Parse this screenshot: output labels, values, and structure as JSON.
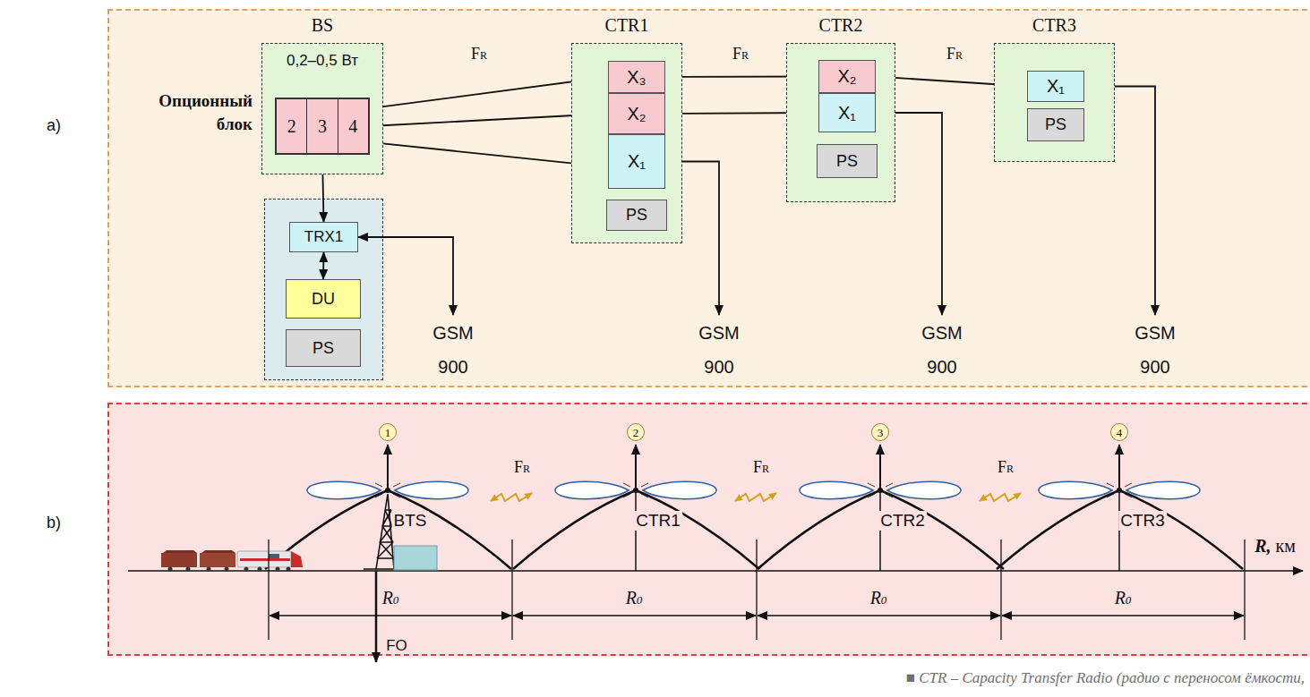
{
  "diagram": {
    "caption": "■ CTR – Capacity Transfer Radio (радио с переносом ёмкости,",
    "nodes": [
      {
        "text": [
          "BS",
          "0,2–0,5 Вт"
        ]
      },
      {
        "text": [
          "2",
          "3",
          "4"
        ],
        "in": 0
      },
      {
        "text": [
          "TRX1"
        ]
      },
      {
        "text": [
          "DU"
        ]
      },
      {
        "text": [
          "PS"
        ]
      },
      {
        "text": [
          "CTR1"
        ]
      },
      {
        "text": [
          "X₃"
        ],
        "in": 5
      },
      {
        "text": [
          "X₂"
        ],
        "in": 5
      },
      {
        "text": [
          "X₁"
        ],
        "in": 5
      },
      {
        "text": [
          "PS"
        ],
        "in": 5
      },
      {
        "text": [
          "CTR2"
        ]
      },
      {
        "text": [
          "X₂"
        ],
        "in": 10
      },
      {
        "text": [
          "X₁"
        ],
        "in": 10
      },
      {
        "text": [
          "PS"
        ],
        "in": 10
      },
      {
        "text": [
          "CTR3"
        ]
      },
      {
        "text": [
          "X₁"
        ],
        "in": 14
      },
      {
        "text": [
          "PS"
        ],
        "in": 14
      },
      {
        "text": [
          "GSM 900"
        ]
      },
      {
        "text": [
          "GSM 900"
        ]
      },
      {
        "text": [
          "GSM 900"
        ]
      },
      {
        "text": [
          "GSM 900"
        ]
      },
      {
        "text": [
          "1"
        ]
      },
      {
        "text": [
          "2"
        ]
      },
      {
        "text": [
          "3"
        ]
      },
      {
        "text": [
          "4"
        ]
      }
    ],
    "edges": [
      {
        "from": 1,
        "to": 6,
        "arrow": "both"
      },
      {
        "from": 1,
        "to": 7,
        "arrow": "both"
      },
      {
        "from": 1,
        "to": 8,
        "arrow": "both"
      },
      {
        "from": 1,
        "to": 2,
        "arrow": "both"
      },
      {
        "from": 2,
        "to": 3,
        "arrow": "both"
      },
      {
        "from": 6,
        "to": 11,
        "arrow": "both"
      },
      {
        "from": 7,
        "to": 12,
        "arrow": "both"
      },
      {
        "from": 11,
        "to": 15,
        "arrow": "both"
      },
      {
        "from": 2,
        "to": 17,
        "arrow": "both"
      },
      {
        "from": 8,
        "to": 18,
        "arrow": "both"
      },
      {
        "from": 12,
        "to": 19,
        "arrow": "both"
      },
      {
        "from": 15,
        "to": 20,
        "arrow": "both"
      }
    ],
    "labels": [
      "Опционный блок",
      "FR",
      "FR",
      "FR",
      "a)",
      "b)",
      "FR",
      "FR",
      "FR",
      "BTS",
      "CTR1",
      "CTR2",
      "CTR3",
      "R, км",
      "R0",
      "R0",
      "R0",
      "R0",
      "FO"
    ]
  }
}
